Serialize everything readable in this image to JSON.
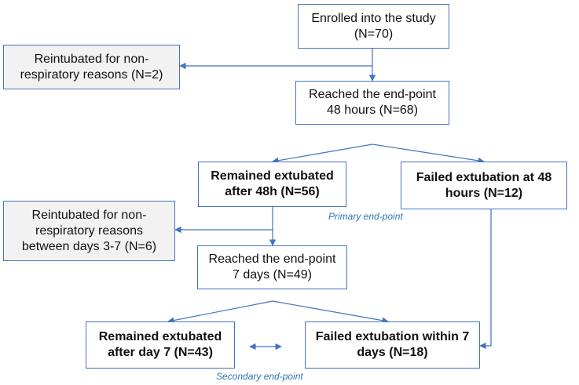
{
  "boxes": {
    "enrolled": "Enrolled into the study\n(N=70)",
    "reintubated_nonresp_1": "Reintubated for non-\nrespiratory reasons (N=2)",
    "reached_48h": "Reached the end-point\n48 hours (N=68)",
    "remained_48h": "Remained extubated\nafter 48h (N=56)",
    "failed_48h": "Failed extubation at 48\nhours  (N=12)",
    "reintubated_nonresp_2": "Reintubated for non-\nrespiratory reasons\nbetween days 3-7 (N=6)",
    "reached_7d": "Reached the end-point\n7 days (N=49)",
    "remained_day7": "Remained extubated\nafter day 7 (N=43)",
    "failed_7d": "Failed extubation within 7\ndays  (N=18)"
  },
  "notes": {
    "primary": "Primary end-point",
    "secondary": "Secondary end-point"
  },
  "colors": {
    "box_border": "#4472c4",
    "connector": "#4472c4",
    "grey_fill": "#f2f2f2",
    "note_text": "#2e75b6"
  }
}
